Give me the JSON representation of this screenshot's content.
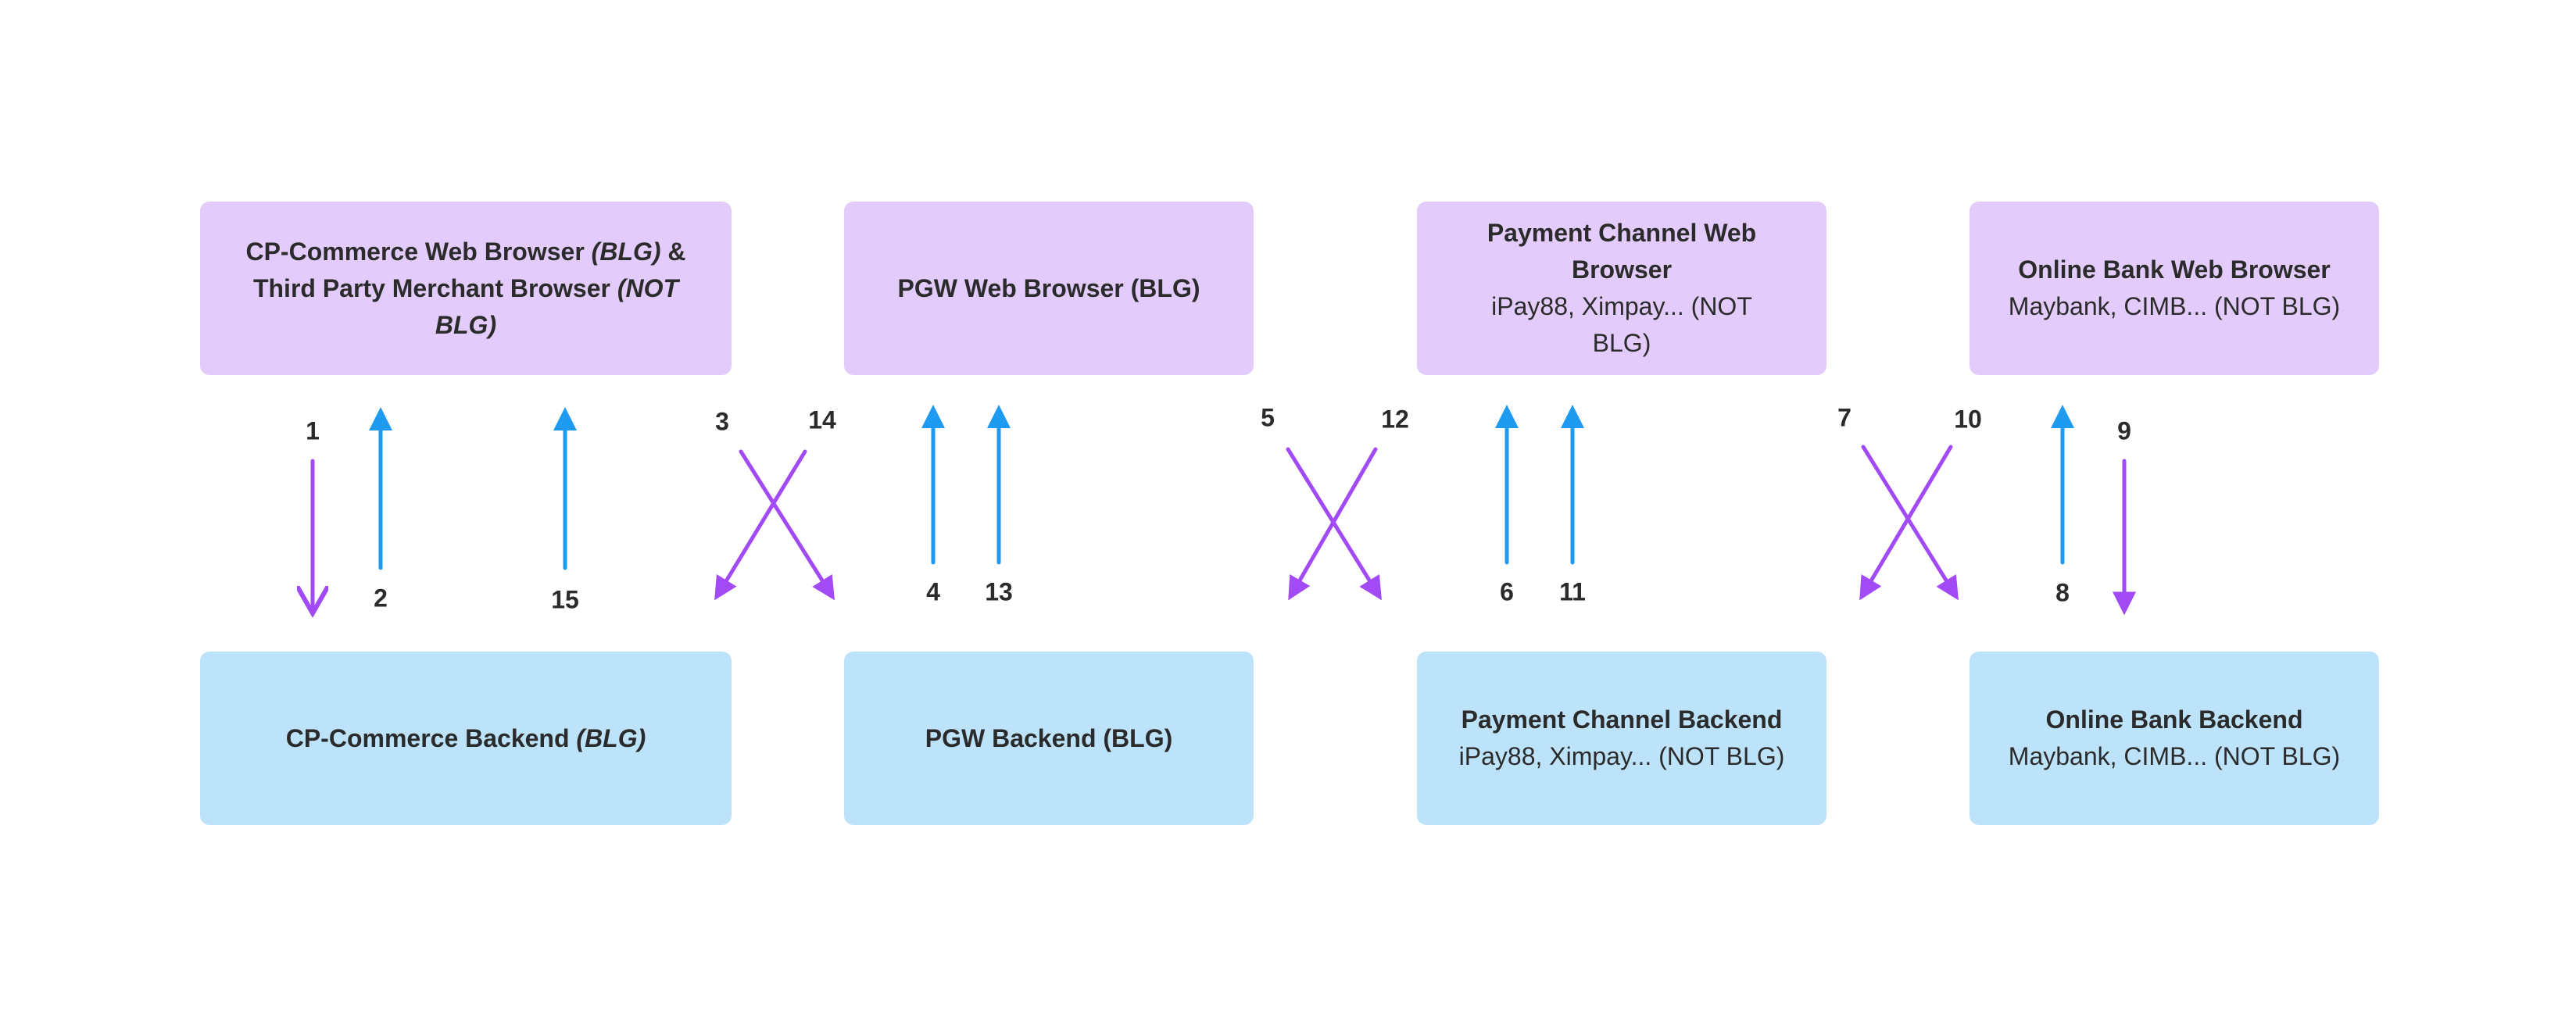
{
  "colors": {
    "browser_box": "#e3ccfb",
    "backend_box": "#bde3fb",
    "arrow_purple": "#a24af5",
    "arrow_blue": "#1e9bf0",
    "text": "#2b2b2b"
  },
  "boxes": {
    "cp_browser": {
      "title_a": "CP-Commerce Web Browser ",
      "title_a_em": "(BLG)",
      "title_b": " & Third Party Merchant Browser ",
      "title_b_em": "(NOT BLG)"
    },
    "pgw_browser": {
      "title": "PGW Web Browser (BLG)"
    },
    "pc_browser": {
      "title": "Payment Channel Web Browser",
      "sub": "iPay88, Ximpay... (NOT BLG)"
    },
    "ob_browser": {
      "title": "Online Bank Web Browser",
      "sub": "Maybank, CIMB... (NOT BLG)"
    },
    "cp_backend": {
      "title": "CP-Commerce Backend ",
      "title_em": "(BLG)"
    },
    "pgw_backend": {
      "title": "PGW Backend (BLG)"
    },
    "pc_backend": {
      "title": "Payment Channel Backend",
      "sub": "iPay88, Ximpay... (NOT BLG)"
    },
    "ob_backend": {
      "title": "Online Bank Backend",
      "sub": "Maybank, CIMB... (NOT BLG)"
    }
  },
  "steps": [
    {
      "label": "1",
      "direction": "down",
      "color": "purple"
    },
    {
      "label": "2",
      "direction": "up",
      "color": "blue"
    },
    {
      "label": "15",
      "direction": "up",
      "color": "blue"
    },
    {
      "label": "3",
      "direction": "down",
      "color": "purple"
    },
    {
      "label": "14",
      "direction": "down",
      "color": "purple"
    },
    {
      "label": "4",
      "direction": "up",
      "color": "blue"
    },
    {
      "label": "13",
      "direction": "up",
      "color": "blue"
    },
    {
      "label": "5",
      "direction": "down",
      "color": "purple"
    },
    {
      "label": "12",
      "direction": "down",
      "color": "purple"
    },
    {
      "label": "6",
      "direction": "up",
      "color": "blue"
    },
    {
      "label": "11",
      "direction": "up",
      "color": "blue"
    },
    {
      "label": "7",
      "direction": "down",
      "color": "purple"
    },
    {
      "label": "10",
      "direction": "down",
      "color": "purple"
    },
    {
      "label": "8",
      "direction": "up",
      "color": "blue"
    },
    {
      "label": "9",
      "direction": "down",
      "color": "purple"
    }
  ]
}
